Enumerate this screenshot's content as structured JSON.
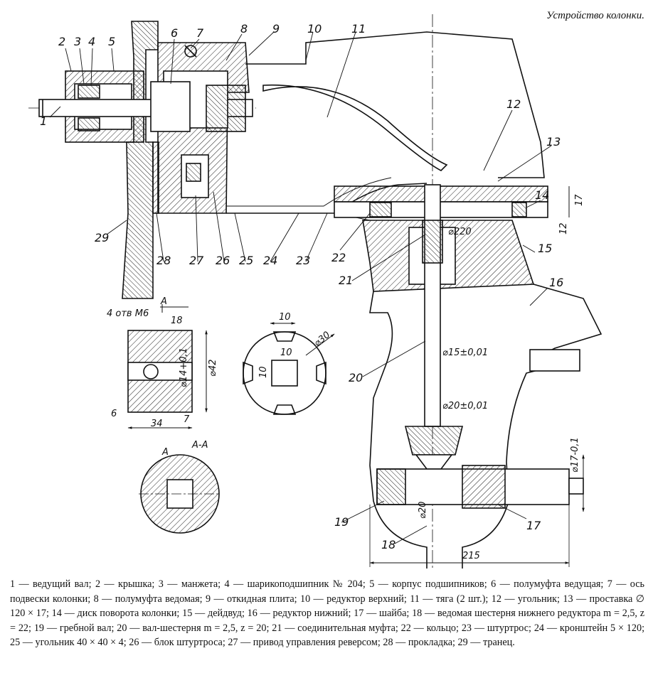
{
  "title": "Устройство колонки.",
  "callouts": [
    {
      "num": "1"
    },
    {
      "num": "2"
    },
    {
      "num": "3"
    },
    {
      "num": "4"
    },
    {
      "num": "5"
    },
    {
      "num": "6"
    },
    {
      "num": "7"
    },
    {
      "num": "8"
    },
    {
      "num": "9"
    },
    {
      "num": "10"
    },
    {
      "num": "11"
    },
    {
      "num": "12"
    },
    {
      "num": "13"
    },
    {
      "num": "14"
    },
    {
      "num": "15"
    },
    {
      "num": "16"
    },
    {
      "num": "17"
    },
    {
      "num": "18"
    },
    {
      "num": "19"
    },
    {
      "num": "20"
    },
    {
      "num": "21"
    },
    {
      "num": "22"
    },
    {
      "num": "23"
    },
    {
      "num": "24"
    },
    {
      "num": "25"
    },
    {
      "num": "26"
    },
    {
      "num": "27"
    },
    {
      "num": "28"
    },
    {
      "num": "29"
    }
  ],
  "dimensions": {
    "d220": "⌀220",
    "d15": "⌀15±0,01",
    "d20a": "⌀20±0,01",
    "d17": "⌀17-0,1",
    "d20b": "⌀20",
    "len215": "215",
    "h17": "17",
    "h12": "12",
    "holes": "4 отв М6",
    "w18": "18",
    "d14": "⌀14+0,1",
    "d42": "⌀42",
    "w6": "6",
    "w34": "34",
    "w7": "7",
    "sq10a": "10",
    "sq10b": "10",
    "sq10c": "10",
    "d30": "⌀30",
    "secA1": "A",
    "secA2": "A",
    "secAA": "A-A"
  },
  "legend": [
    "1 — ведущий вал;",
    "2 — крышка;",
    "3 — манжета;",
    "4 — шарикоподшипник № 204;",
    "5 — корпус подшипников;",
    "6 — полумуфта ведущая;",
    "7 — ось подвески колонки;",
    "8 — полумуфта ведомая;",
    "9 — откидная плита;",
    "10 — редуктор верхний;",
    "11 — тяга (2 шт.);",
    "12 — угольник;",
    "13 — проставка ∅ 120 × 17;",
    "14 — диск поворота колонки;",
    "15 — дейдвуд;",
    "16 — редуктор нижний;",
    "17 — шайба;",
    "18 — ведомая шестерня нижнего редуктора m = 2,5, z = 22;",
    "19 — гребной вал;",
    "20 — вал-шестерня m = 2,5, z = 20;",
    "21 — соединительная муфта;",
    "22 — кольцо;",
    "23 — штуртрос;",
    "24 — кронштейн 5 × 120;",
    "25 — угольник 40 × 40 × 4;",
    "26 — блок штуртроса;",
    "27 — привод управления реверсом;",
    "28 — прокладка;",
    "29 — транец."
  ]
}
